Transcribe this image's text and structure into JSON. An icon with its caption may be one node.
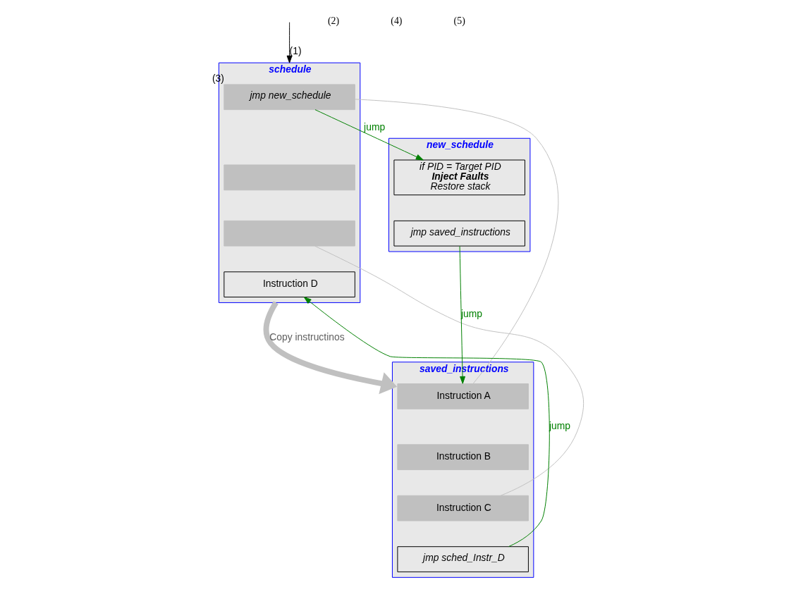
{
  "diagram": {
    "nodes": [
      {
        "text": [
          "schedule"
        ]
      },
      {
        "text": [
          "jmp new_schedule"
        ],
        "in": 0,
        "beside": [
          "(3)"
        ]
      },
      {
        "text": [],
        "shape": "box",
        "in": 0
      },
      {
        "text": [],
        "shape": "box",
        "in": 0
      },
      {
        "text": [
          "Instruction D"
        ],
        "in": 0
      },
      {
        "text": [
          "new_schedule"
        ]
      },
      {
        "text": [
          "if PID = Target PID",
          "Inject Faults",
          "Restore stack"
        ],
        "in": 5
      },
      {
        "text": [
          "jmp saved_instructions"
        ],
        "in": 5
      },
      {
        "text": [
          "saved_instructions"
        ]
      },
      {
        "text": [
          "Instruction A"
        ],
        "in": 8
      },
      {
        "text": [
          "Instruction B"
        ],
        "in": 8
      },
      {
        "text": [
          "Instruction C"
        ],
        "in": 8
      },
      {
        "text": [
          "jmp sched_Instr_D"
        ],
        "in": 8
      }
    ],
    "edges": [
      {
        "from": null,
        "to": 0,
        "arrow": "to",
        "label": "(1)",
        "color": "#000000"
      },
      {
        "from": 1,
        "to": 6,
        "arrow": "to",
        "label": "jump",
        "color": "#008000"
      },
      {
        "from": 7,
        "to": 9,
        "arrow": "to",
        "label": "jump",
        "color": "#008000"
      },
      {
        "from": 12,
        "to": 4,
        "arrow": "to",
        "label": "jump",
        "color": "#008000"
      },
      {
        "from": 0,
        "to": 8,
        "arrow": "to",
        "label": "Copy instructinos",
        "style": "thick",
        "color": "#c0c0c0"
      },
      {
        "from": 1,
        "to": 9,
        "arrow": "none",
        "color": "#c0c0c0"
      },
      {
        "from": 3,
        "to": 11,
        "arrow": "none",
        "color": "#c0c0c0"
      }
    ],
    "labels": [
      "(2)",
      "(4)",
      "(5)"
    ]
  }
}
